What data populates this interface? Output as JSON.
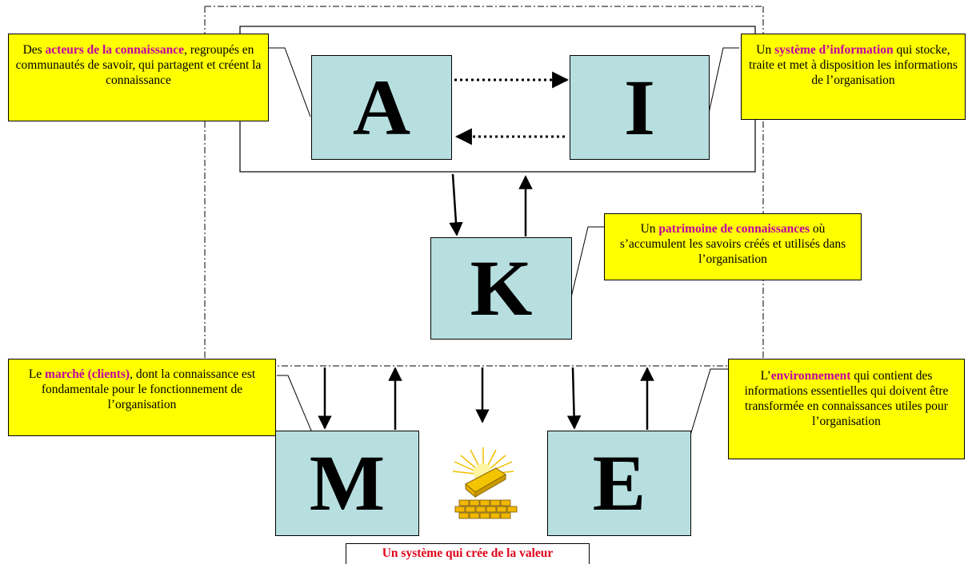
{
  "boxes": {
    "a": "A",
    "i": "I",
    "k": "K",
    "m": "M",
    "e": "E"
  },
  "callouts": {
    "acteurs": {
      "pre": "Des ",
      "highlight": "acteurs de la connaissance",
      "post": ", regroupés en communautés de savoir, qui partagent et créent la connaissance"
    },
    "systeme": {
      "pre": "Un ",
      "highlight": "système d’information",
      "post": " qui stocke, traite et met à disposition les informations de l’organisation"
    },
    "patrimoine": {
      "pre": "Un ",
      "highlight": "patrimoine de connaissances",
      "post": " où s’accumulent les savoirs créés et utilisés dans l’organisation"
    },
    "marche": {
      "pre": "Le ",
      "highlight": "marché (clients)",
      "post": ",  dont la connaissance est fondamentale pour le fonctionnement de l’organisation"
    },
    "environnement": {
      "pre": "L’",
      "highlight": "environnement",
      "post": " qui contient des informations essentielles qui doivent être transformée en connaissances utiles pour l’organisation"
    }
  },
  "caption": "Un système qui crée de la valeur",
  "icons": {
    "value_icon": "gold-bars-icon"
  },
  "colors": {
    "box_fill": "#b7dfe0",
    "callout_fill": "#ffff00",
    "highlight_text": "#c000a0",
    "caption_text": "#e0001a"
  }
}
